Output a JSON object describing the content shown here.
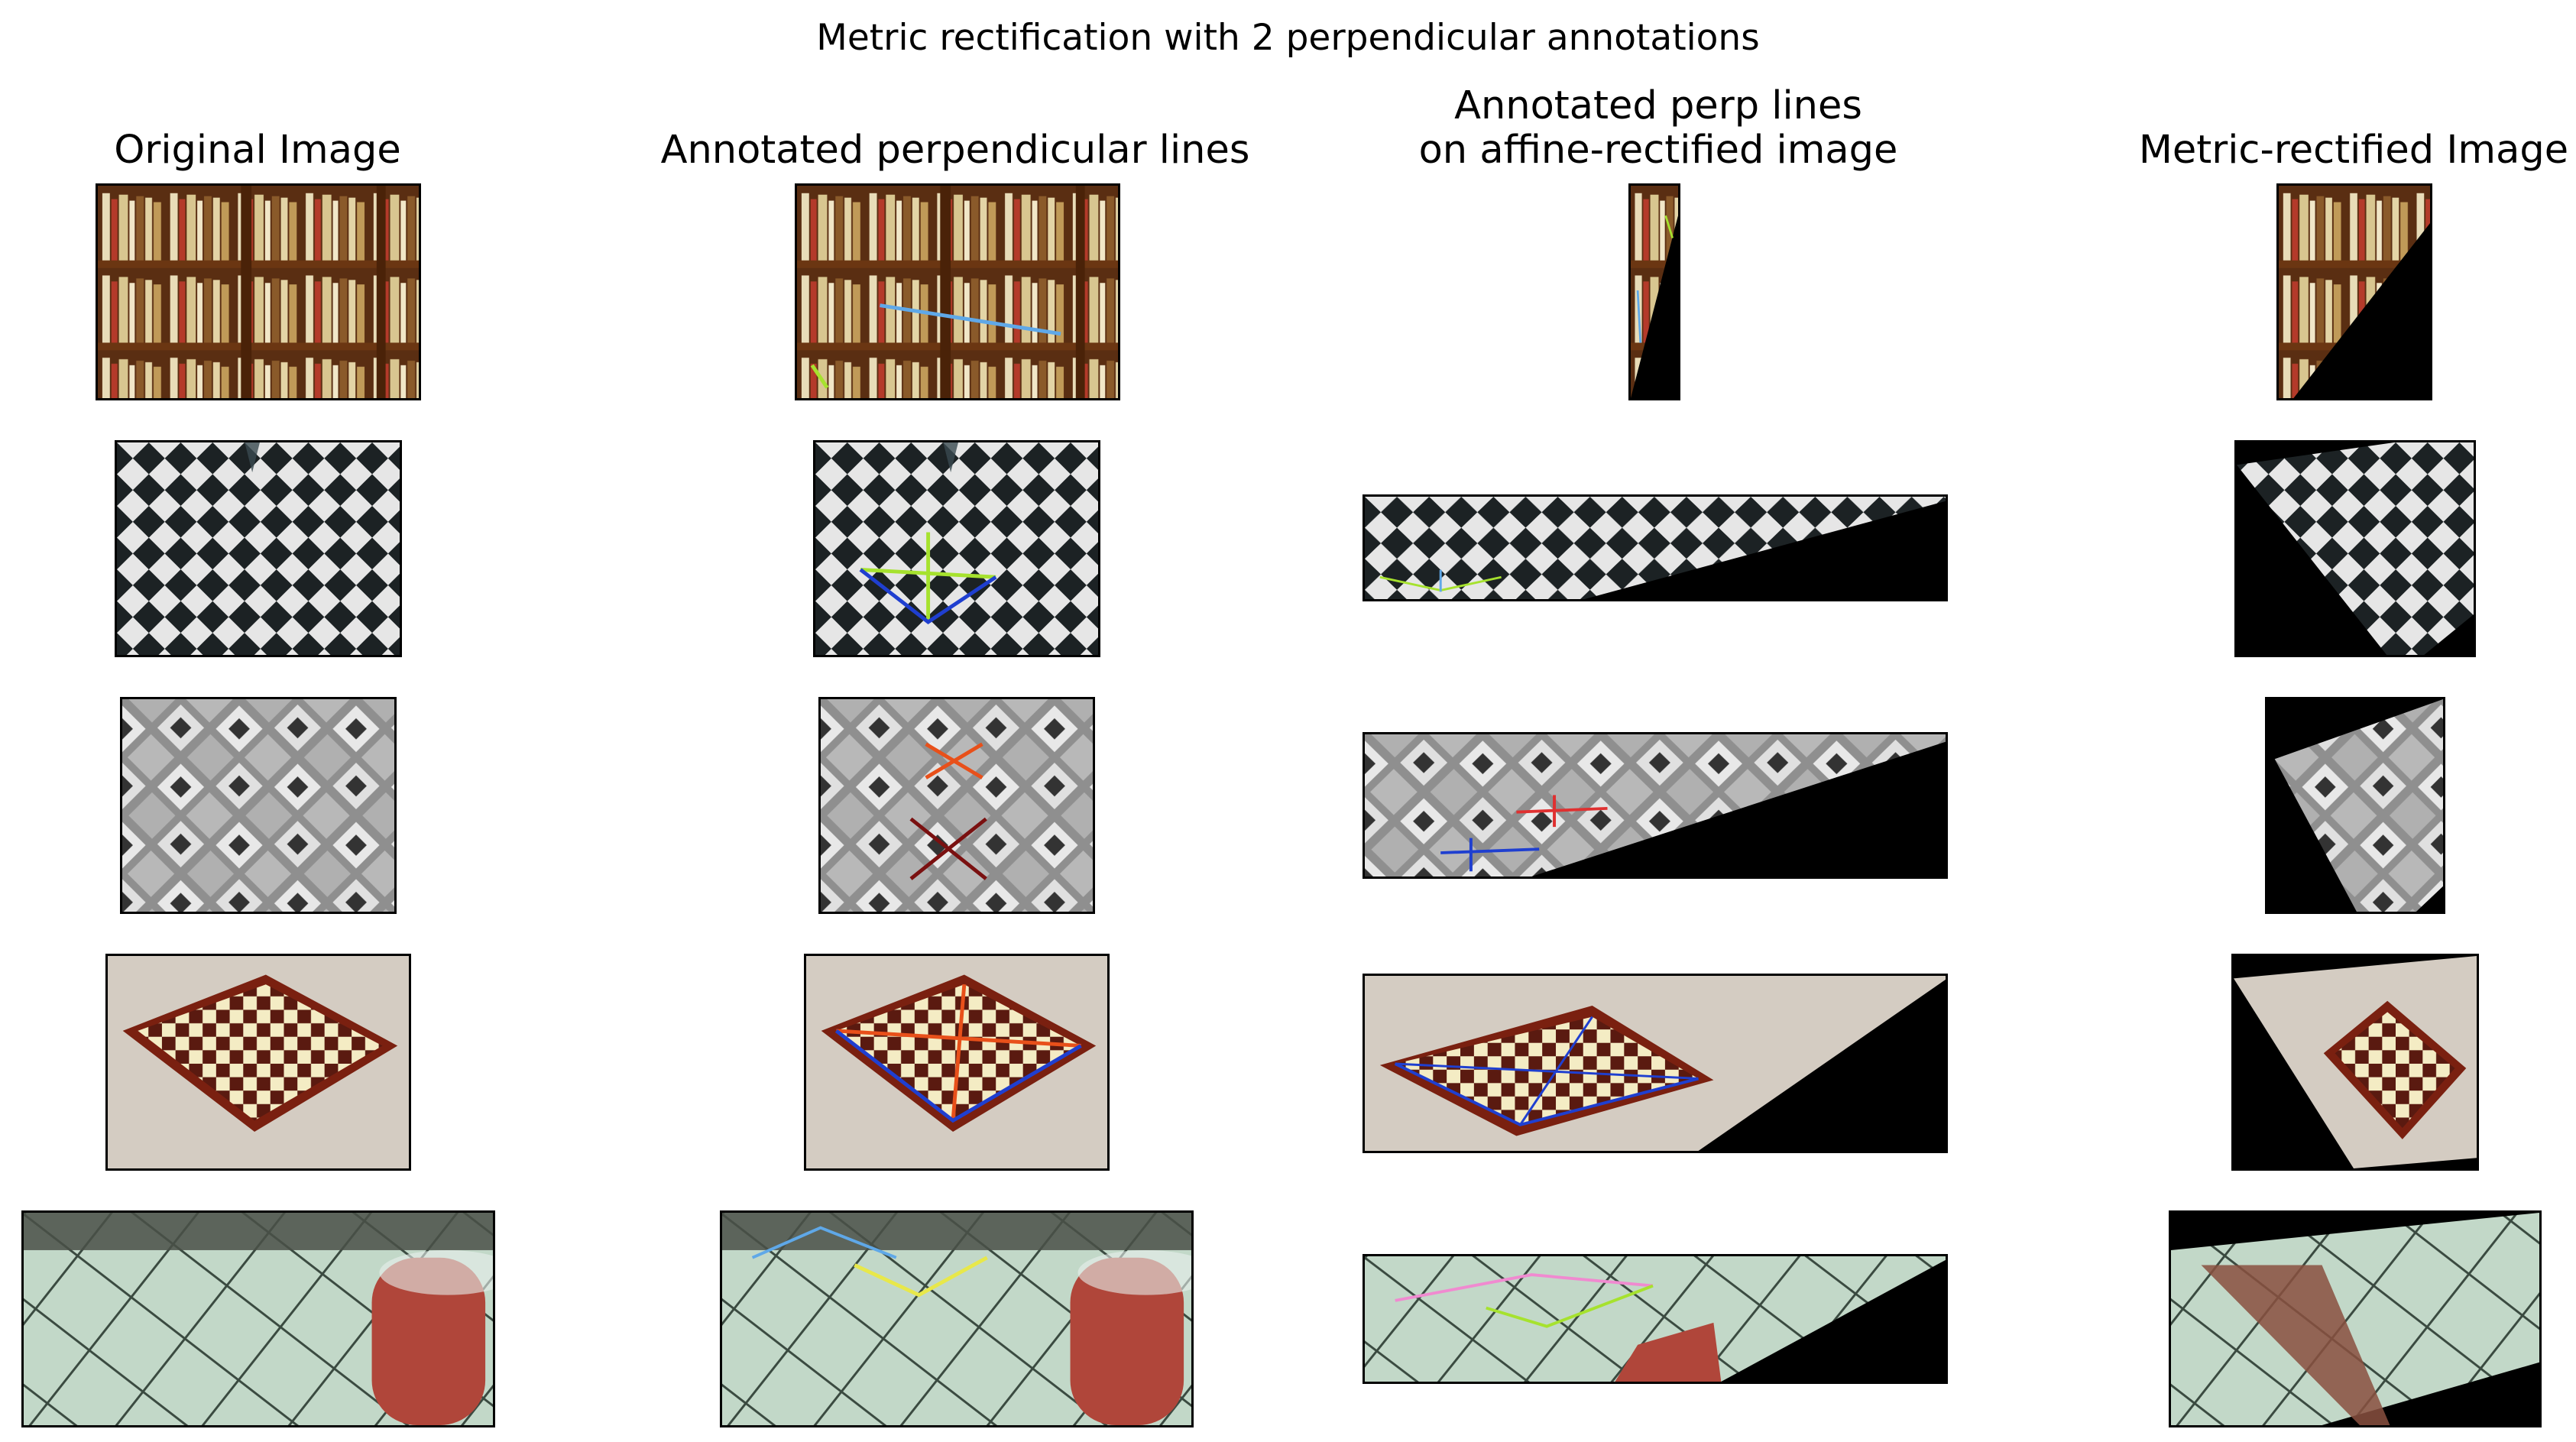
{
  "figure": {
    "suptitle": "Metric rectification with 2 perpendicular annotations",
    "columns": [
      {
        "title": "Original Image"
      },
      {
        "title": "Annotated perpendicular lines"
      },
      {
        "title": "Annotated perp lines\non affine-rectified image"
      },
      {
        "title": "Metric-rectified Image"
      }
    ],
    "rows": [
      {
        "subject": "bookshelf"
      },
      {
        "subject": "checkerboard-floor"
      },
      {
        "subject": "diamond-tile-floor"
      },
      {
        "subject": "chessboard"
      },
      {
        "subject": "tile-floor-with-table"
      }
    ]
  },
  "colors": {
    "annotation_green": "#a6e22e",
    "annotation_blue": "#1f3fd0",
    "annotation_orange": "#e8501a",
    "annotation_red": "#e03030",
    "annotation_dark_red": "#7a1010",
    "annotation_yellow": "#e8e84a",
    "annotation_pink": "#f08ad0",
    "annotation_light_blue": "#5fa8e8"
  }
}
